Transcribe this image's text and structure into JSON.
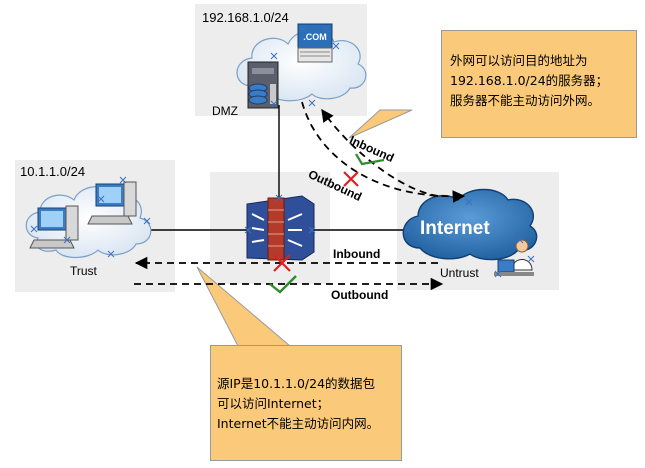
{
  "zones": {
    "dmz": {
      "subnet": "192.168.1.0/24",
      "name": "DMZ",
      "cloud_badge": ".COM"
    },
    "trust": {
      "subnet": "10.1.1.0/24",
      "name": "Trust"
    },
    "untrust": {
      "name": "Untrust",
      "cloud_label": "Internet"
    }
  },
  "flows": {
    "dmz_inbound": "Inbound",
    "dmz_outbound": "Outbound",
    "trust_inbound": "Inbound",
    "trust_outbound": "Outbound"
  },
  "notes": {
    "dmz": [
      "外网可以访问目的地址为",
      "192.168.1.0/24的服务器；",
      "服务器不能主动访问外网。"
    ],
    "trust": [
      "源IP是10.1.1.0/24的数据包",
      "可以访问Internet；",
      "Internet不能主动访问内网。"
    ]
  },
  "colors": {
    "zone_bg": "#ededed",
    "note_bg": "#fbc97a",
    "allow": "#2e8b2e",
    "deny": "#e02020",
    "cloud_blue": "#1f5f9e"
  }
}
